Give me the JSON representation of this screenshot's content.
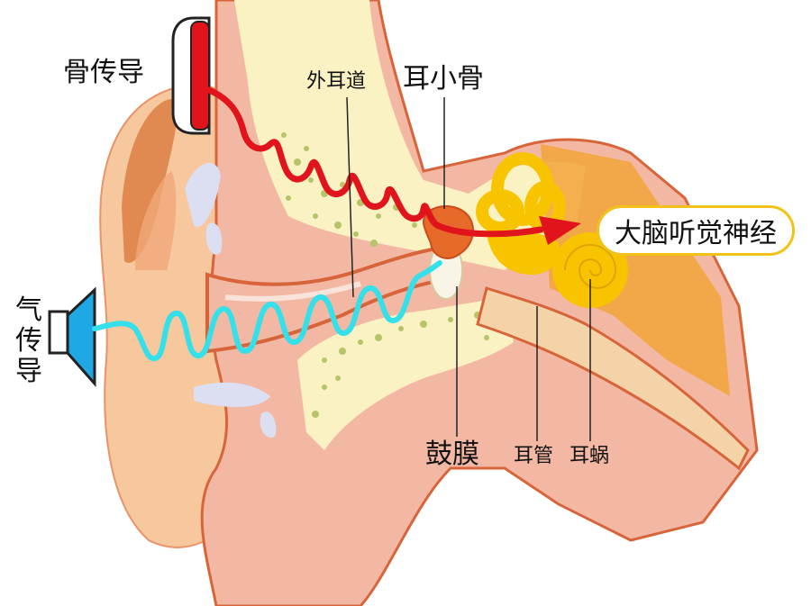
{
  "labels": {
    "bone_conduction": "骨传导",
    "ear_canal": "外耳道",
    "ossicles": "耳小骨",
    "brain_nerve": "大脑听觉神经",
    "air_conduction": [
      "气",
      "传",
      "导"
    ],
    "eardrum": "鼓膜",
    "ear_tube": "耳管",
    "cochlea": "耳蜗"
  },
  "colors": {
    "skin": "#f7c79e",
    "skin_dark": "#e8946a",
    "bone": "#fbf2c4",
    "bone_dots": "#b7c46a",
    "inner_pink": "#f2b8a4",
    "canal_dark": "#d8653a",
    "cochlea_yellow": "#f8c400",
    "brain_orange": "#f2a43a",
    "bone_wave": "#e0141a",
    "air_wave": "#35e0ea",
    "speaker": "#1fa8e6",
    "label_box_border": "#f2c21a"
  }
}
